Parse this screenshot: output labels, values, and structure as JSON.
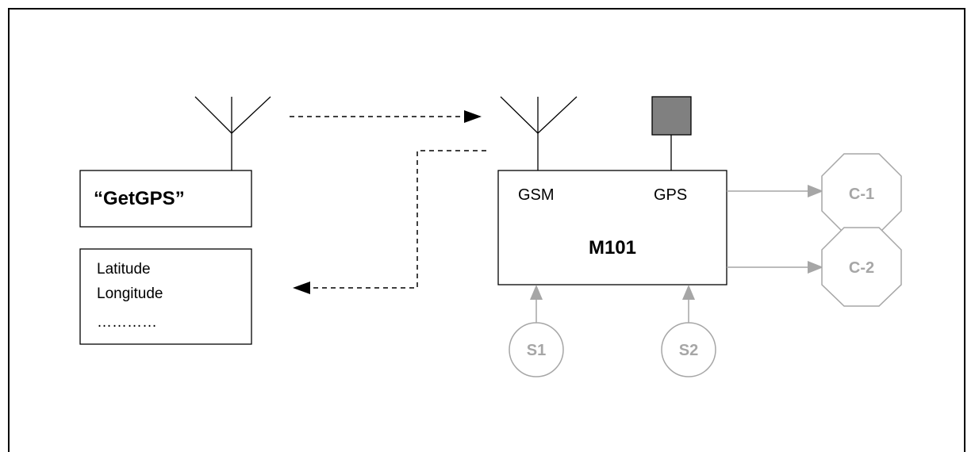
{
  "phone": {
    "command_label": "“GetGPS”",
    "response_lines": [
      "Latitude",
      "Longitude",
      "…………"
    ]
  },
  "device": {
    "name": "M101",
    "gsm_label": "GSM",
    "gps_label": "GPS"
  },
  "inputs": [
    "S1",
    "S2"
  ],
  "outputs": [
    "C-1",
    "C-2"
  ],
  "colors": {
    "line": "#000000",
    "io_gray": "#a6a6a6",
    "gps_antenna_fill": "#808080"
  }
}
